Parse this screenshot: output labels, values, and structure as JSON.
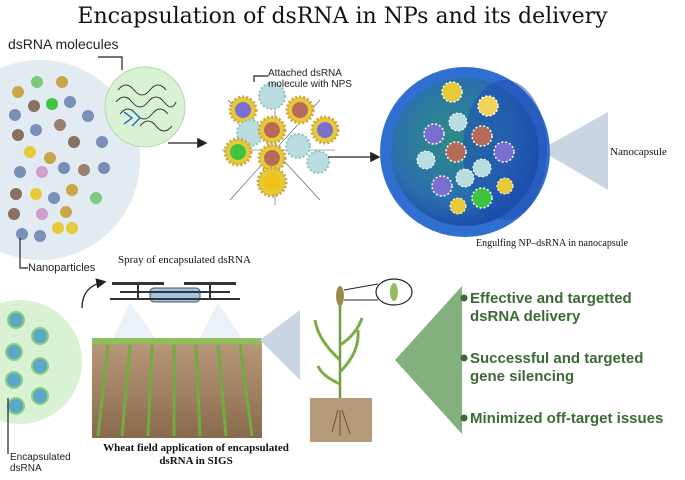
{
  "title": "Encapsulation of dsRNA in NPs and its delivery",
  "labels": {
    "dsrna_molecules": "dsRNA molecules",
    "attached": "Attached dsRNA molecule with NPS",
    "nanocapsule": "Nanocapsule",
    "engulfing": "Engulfing NP–dsRNA in nanocapsule",
    "nanoparticles": "Nanoparticles",
    "spray": "Spray of encapsulated dsRNA",
    "encapsulated": "Encapsulated dsRNA",
    "wheat_field": "Wheat field application of encapsulated dsRNA in SIGS"
  },
  "benefits": [
    "Effective and targetted dsRNA delivery",
    "Successful and targeted gene silencing",
    "Minimized off-target issues"
  ],
  "colors": {
    "benefit_green": "#3b6b34",
    "sphere_blue": "#2f6fd0",
    "circle_green": "#d9f2d4",
    "arrow_triangle": "#c9d5e3"
  }
}
